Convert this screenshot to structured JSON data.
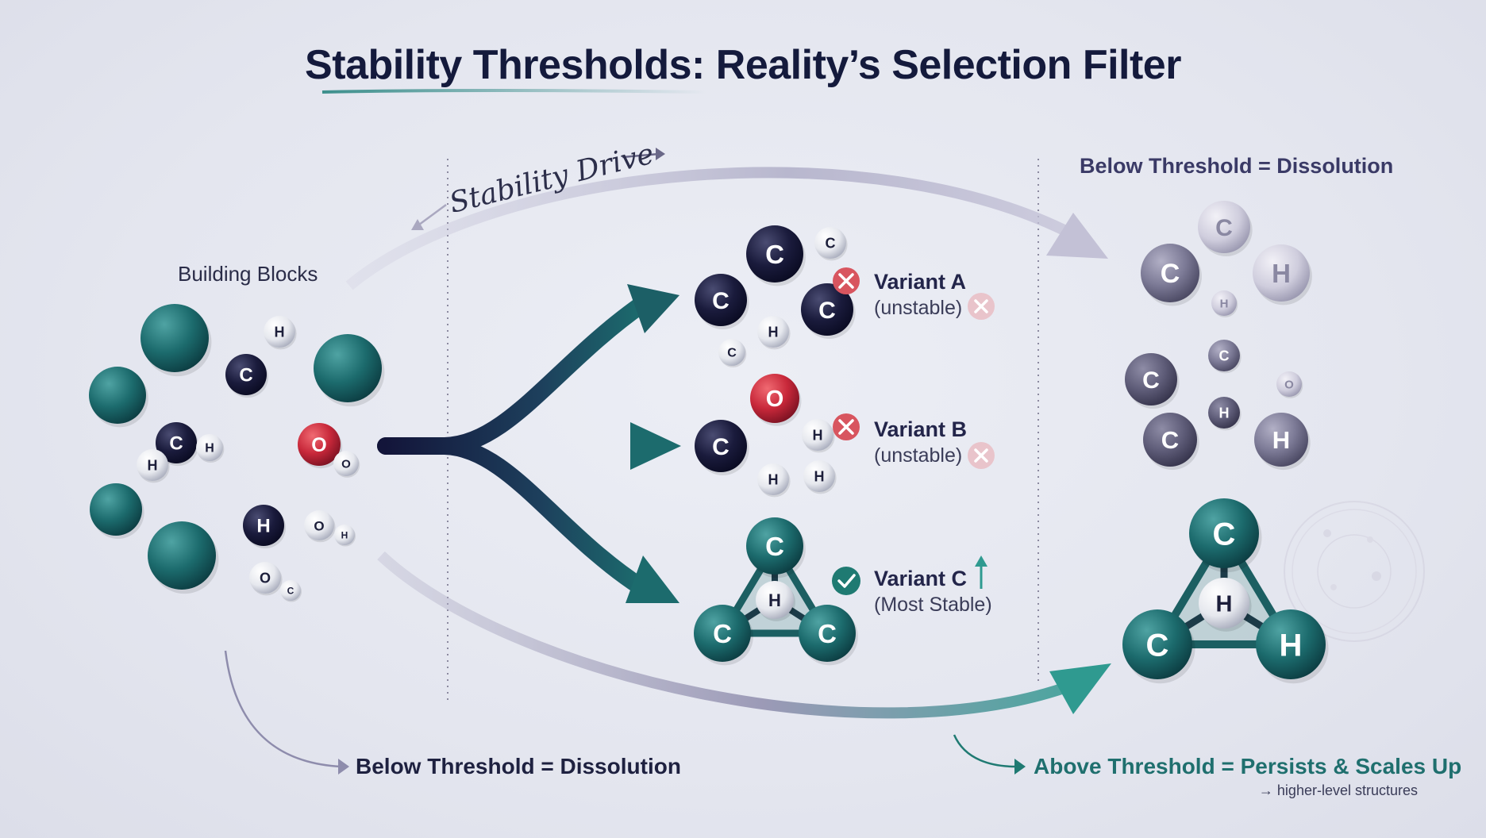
{
  "title": "Stability Thresholds: Reality’s Selection Filter",
  "labels": {
    "building_blocks": "Building Blocks",
    "stability_drive": "Stability Drive",
    "top_right": "Below Threshold = Dissolution",
    "bottom_left": "Below Threshold = Dissolution",
    "bottom_right": "Above Threshold = Persists & Scales Up",
    "bottom_right_sub": "→ higher-level structures"
  },
  "variants": [
    {
      "name": "Variant A",
      "status": "(unstable)",
      "outcome": "reject"
    },
    {
      "name": "Variant B",
      "status": "(unstable)",
      "outcome": "reject"
    },
    {
      "name": "Variant C",
      "status": "(Most Stable)",
      "outcome": "accept"
    }
  ],
  "atoms": {
    "building_blocks": [
      "H",
      "C",
      "C",
      "H",
      "H",
      "O",
      "O",
      "H",
      "O",
      "H",
      "O",
      "C"
    ],
    "variant_a": [
      "C",
      "C",
      "C",
      "C",
      "H",
      "C"
    ],
    "variant_b": [
      "O",
      "C",
      "H",
      "H",
      "H"
    ],
    "variant_c": [
      "C",
      "H",
      "C",
      "C"
    ],
    "dissolved": [
      "C",
      "C",
      "H",
      "H",
      "C",
      "C",
      "O",
      "H",
      "C",
      "H"
    ],
    "stable_result": [
      "C",
      "H",
      "C",
      "H"
    ]
  },
  "colors": {
    "teal": "#1c6b6d",
    "navy": "#16183a",
    "red": "#c8283a",
    "grey_purple": "#7c7a96",
    "reject": "#d8555f",
    "accept": "#1f7a72"
  },
  "icons": {
    "reject": "close-circle-icon",
    "accept": "check-circle-icon",
    "up": "arrow-up-icon"
  }
}
